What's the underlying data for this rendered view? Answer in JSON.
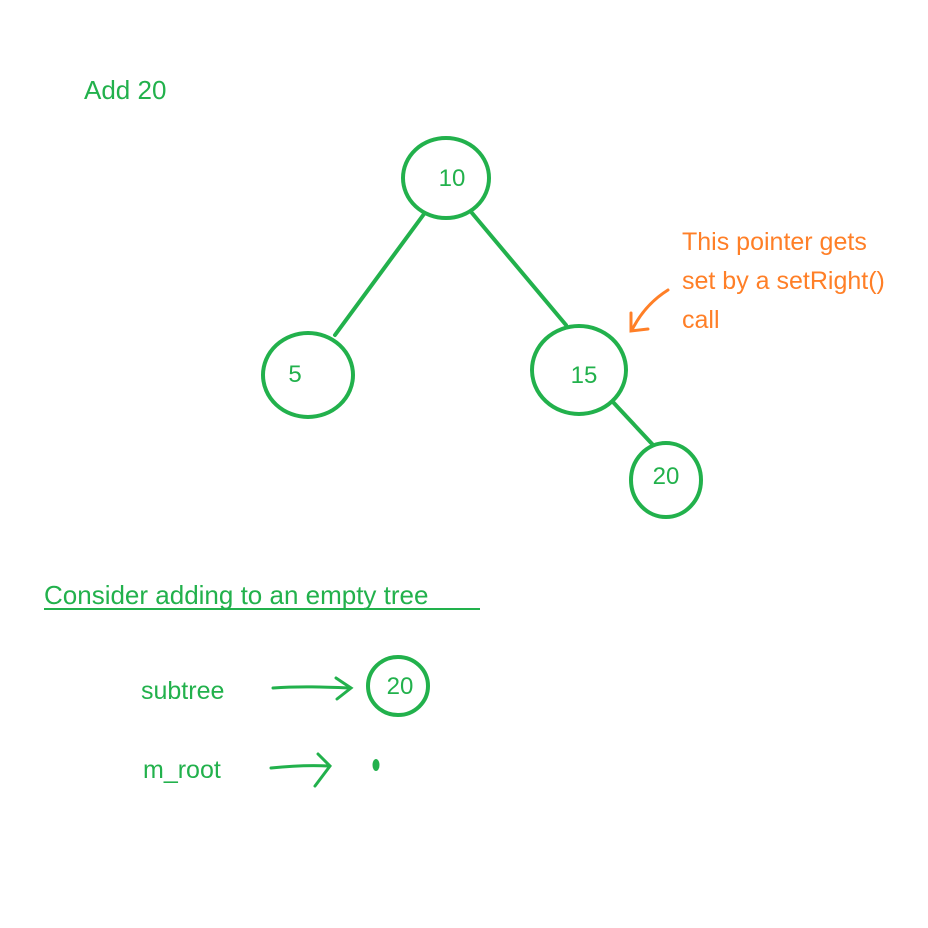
{
  "colors": {
    "green": "#22b14c",
    "orange": "#ff7f27",
    "background": "#ffffff"
  },
  "heading": "Add 20",
  "tree": {
    "root": "10",
    "left": "5",
    "right": "15",
    "right_right": "20"
  },
  "annotation": {
    "line1": "This pointer gets",
    "line2": "set by a setRight()",
    "line3": "call"
  },
  "section": {
    "title": "Consider adding to an empty tree",
    "subtree_label": "subtree",
    "subtree_node": "20",
    "m_root_label": "m_root"
  }
}
